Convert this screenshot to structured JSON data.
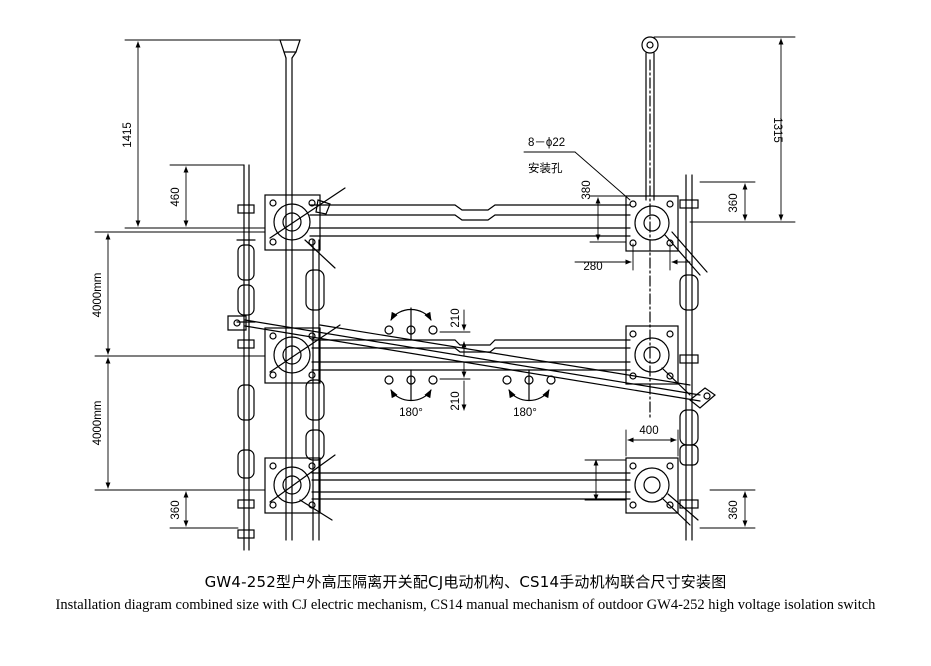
{
  "dimensions": {
    "top_left": "1415",
    "left_upper": "460",
    "span_upper": "4000mm",
    "span_lower": "4000mm",
    "bottom_left": "360",
    "top_right": "1315",
    "right_upper": "360",
    "hole_height": "380",
    "hole_width": "280",
    "gap_upper": "210",
    "gap_lower": "210",
    "bottom_right_width": "400",
    "bottom_right": "360"
  },
  "labels": {
    "holes_spec": "8－ϕ22",
    "holes_name": "安装孔",
    "rotation_left": "180°",
    "rotation_right": "180°"
  },
  "caption": {
    "chinese": "GW4-252型户外高压隔离开关配CJ电动机构、CS14手动机构联合尺寸安装图",
    "english": "Installation diagram combined size with CJ electric mechanism, CS14 manual mechanism of outdoor GW4-252 high voltage isolation switch"
  },
  "colors": {
    "line": "#000000",
    "background": "#ffffff"
  }
}
